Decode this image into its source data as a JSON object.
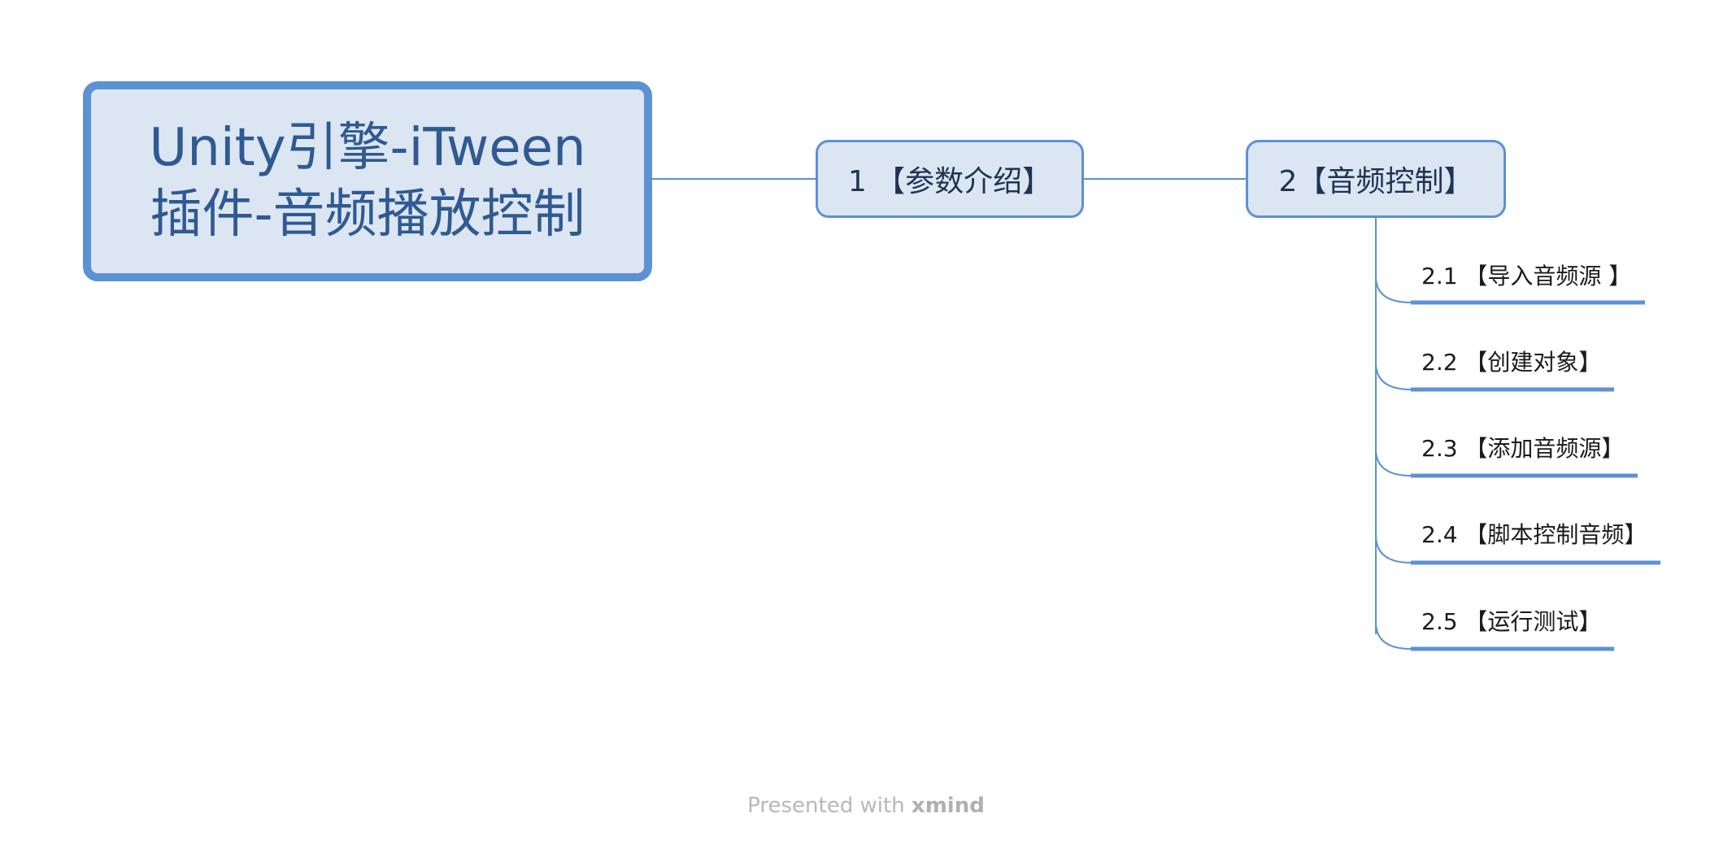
{
  "root": {
    "title": "Unity引擎-iTween插件-音频播放控制"
  },
  "topics": [
    {
      "label": "1 【参数介绍】"
    },
    {
      "label": "2【音频控制】"
    }
  ],
  "subtopics": [
    {
      "label": "2.1 【导入音频源 】"
    },
    {
      "label": "2.2 【创建对象】"
    },
    {
      "label": "2.3 【添加音频源】"
    },
    {
      "label": "2.4 【脚本控制音频】"
    },
    {
      "label": "2.5 【运行测试】"
    }
  ],
  "footer": {
    "prefix": "Presented with ",
    "brand": "xmind"
  },
  "colors": {
    "accent": "#5c91d4",
    "node_fill": "#dce6f3",
    "root_text": "#2f5a92",
    "footer_text": "#b8b8b8"
  }
}
